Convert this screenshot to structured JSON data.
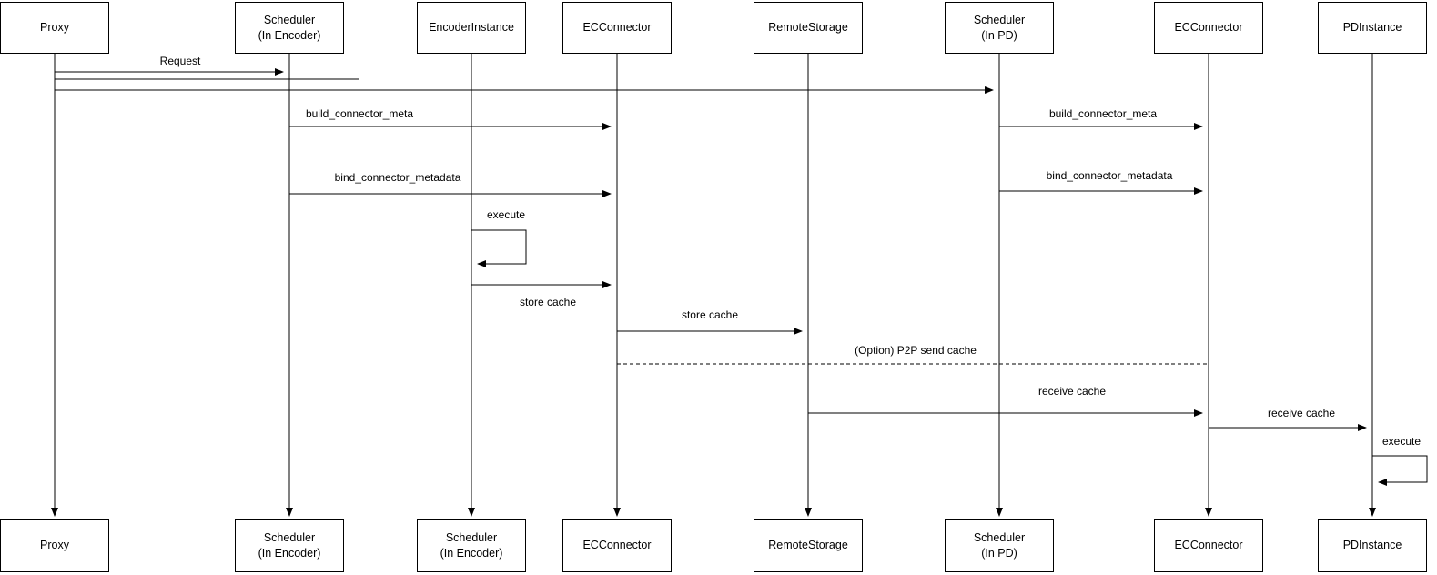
{
  "diagram_type": "sequence-diagram",
  "line_color": "#000000",
  "background_color": "#ffffff",
  "actors_top": [
    {
      "label": "Proxy"
    },
    {
      "label": "Scheduler\n(In Encoder)"
    },
    {
      "label": "EncoderInstance"
    },
    {
      "label": "ECConnector"
    },
    {
      "label": "RemoteStorage"
    },
    {
      "label": "Scheduler\n(In PD)"
    },
    {
      "label": "ECConnector"
    },
    {
      "label": "PDInstance"
    }
  ],
  "actors_bottom": [
    {
      "label": "Proxy"
    },
    {
      "label": "Scheduler\n(In Encoder)"
    },
    {
      "label": "Scheduler\n(In Encoder)"
    },
    {
      "label": "ECConnector"
    },
    {
      "label": "RemoteStorage"
    },
    {
      "label": "Scheduler\n(In PD)"
    },
    {
      "label": "ECConnector"
    },
    {
      "label": "PDInstance"
    }
  ],
  "messages": [
    {
      "label": "Request",
      "from": "Proxy",
      "to": "Scheduler (In Encoder)",
      "style": "solid-arrow"
    },
    {
      "label": "",
      "from": "Proxy",
      "to": "Scheduler (In PD)",
      "style": "solid-arrow"
    },
    {
      "label": "build_connector_meta",
      "from": "Scheduler (In Encoder)",
      "to": "ECConnector",
      "style": "solid-arrow"
    },
    {
      "label": "bind_connector_metadata",
      "from": "Scheduler (In Encoder)",
      "to": "ECConnector",
      "style": "solid-arrow"
    },
    {
      "label": "build_connector_meta",
      "from": "Scheduler (In PD)",
      "to": "ECConnector",
      "style": "solid-arrow"
    },
    {
      "label": "bind_connector_metadata",
      "from": "Scheduler (In PD)",
      "to": "ECConnector",
      "style": "solid-arrow"
    },
    {
      "label": "execute",
      "from": "EncoderInstance",
      "to": "EncoderInstance",
      "style": "self-loop"
    },
    {
      "label": "store cache",
      "from": "EncoderInstance",
      "to": "ECConnector",
      "style": "solid-arrow"
    },
    {
      "label": "store cache",
      "from": "ECConnector",
      "to": "RemoteStorage",
      "style": "solid-arrow"
    },
    {
      "label": "(Option) P2P send cache",
      "from": "ECConnector",
      "to": "ECConnector",
      "style": "dashed-line"
    },
    {
      "label": "receive cache",
      "from": "RemoteStorage",
      "to": "ECConnector",
      "style": "solid-arrow"
    },
    {
      "label": "receive cache",
      "from": "ECConnector",
      "to": "PDInstance",
      "style": "solid-arrow"
    },
    {
      "label": "execute",
      "from": "PDInstance",
      "to": "PDInstance",
      "style": "self-loop"
    }
  ]
}
